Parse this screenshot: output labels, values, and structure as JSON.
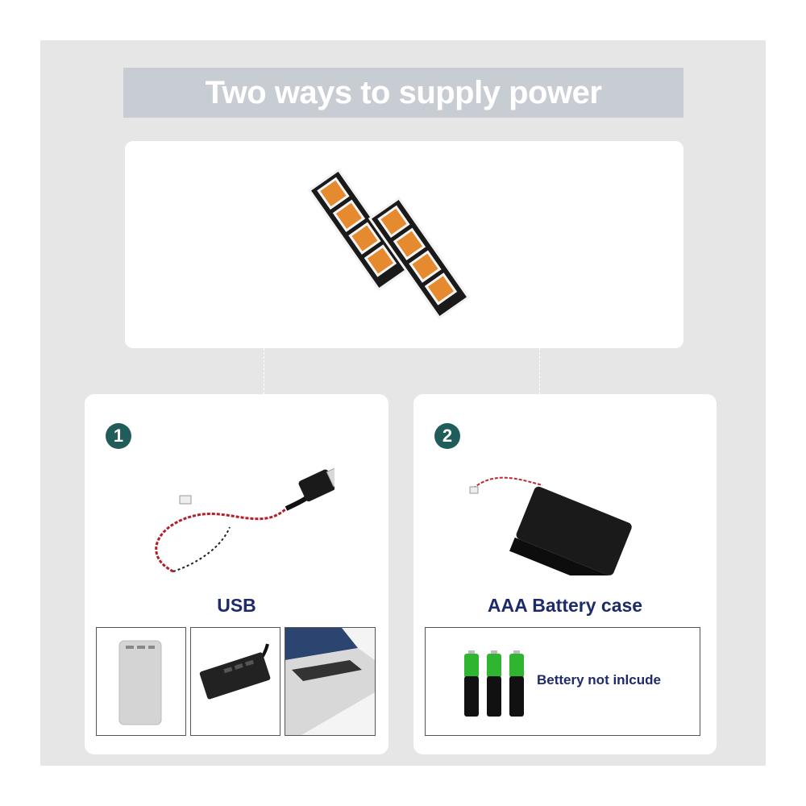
{
  "title": "Two ways to supply power",
  "options": [
    {
      "number": "1",
      "label": "USB",
      "devices": [
        {
          "icon": "power-bank-icon"
        },
        {
          "icon": "usb-hub-icon"
        },
        {
          "icon": "laptop-icon"
        }
      ]
    },
    {
      "number": "2",
      "label": "AAA Battery case",
      "note": "Bettery not inlcude"
    }
  ],
  "colors": {
    "badge": "#1f5c5a",
    "label": "#1d2a6b",
    "title_bar": "#c8ccd3",
    "panel": "#e6e6e6",
    "connector": "#e58a2e",
    "battery_green": "#2fb52f"
  }
}
